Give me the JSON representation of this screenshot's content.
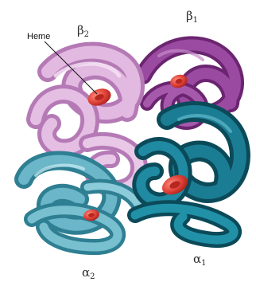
{
  "labels": {
    "heme": "Heme",
    "beta2": {
      "symbol": "β",
      "sub": "2"
    },
    "beta1": {
      "symbol": "β",
      "sub": "1"
    },
    "alpha2": {
      "symbol": "α",
      "sub": "2"
    },
    "alpha1": {
      "symbol": "α",
      "sub": "1"
    }
  },
  "colors": {
    "background": "#ffffff",
    "beta2": "#d5a4d3",
    "beta1": "#8a3b8f",
    "alpha2": "#5aa9bd",
    "alpha1": "#136a7e",
    "heme": "#e0443a"
  }
}
